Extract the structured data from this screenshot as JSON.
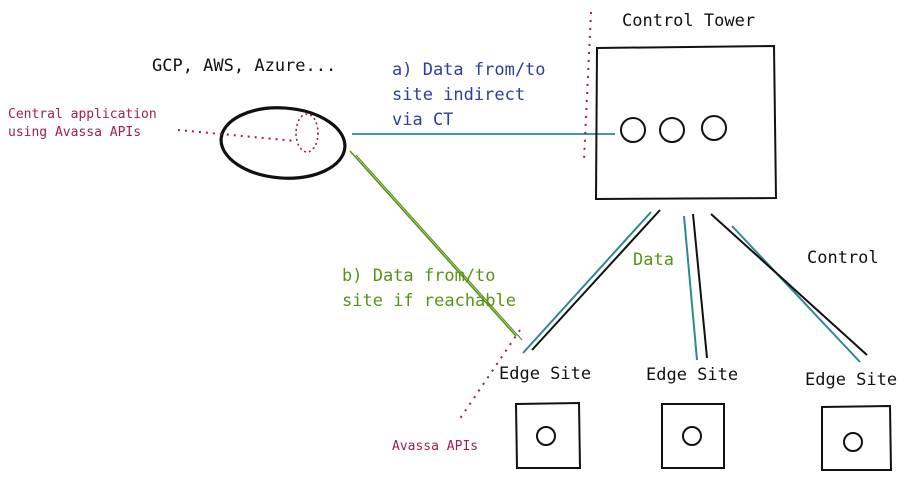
{
  "labels": {
    "cloud_providers": "GCP, AWS, Azure...",
    "central_app_line1": "Central application",
    "central_app_line2": "using Avassa APIs",
    "path_a_line1": "a) Data from/to",
    "path_a_line2": "site indirect",
    "path_a_line3": "via CT",
    "control_tower": "Control Tower",
    "path_b_line1": "b) Data from/to",
    "path_b_line2": "site if reachable",
    "data": "Data",
    "control": "Control",
    "edge_site_1": "Edge Site",
    "edge_site_2": "Edge Site",
    "edge_site_3": "Edge Site",
    "avassa_apis": "Avassa APIs"
  },
  "colors": {
    "black": "#111111",
    "teal": "#2e8a8a",
    "blue": "#2f3d9c",
    "green": "#5a9216",
    "maroon": "#9c1f52"
  }
}
